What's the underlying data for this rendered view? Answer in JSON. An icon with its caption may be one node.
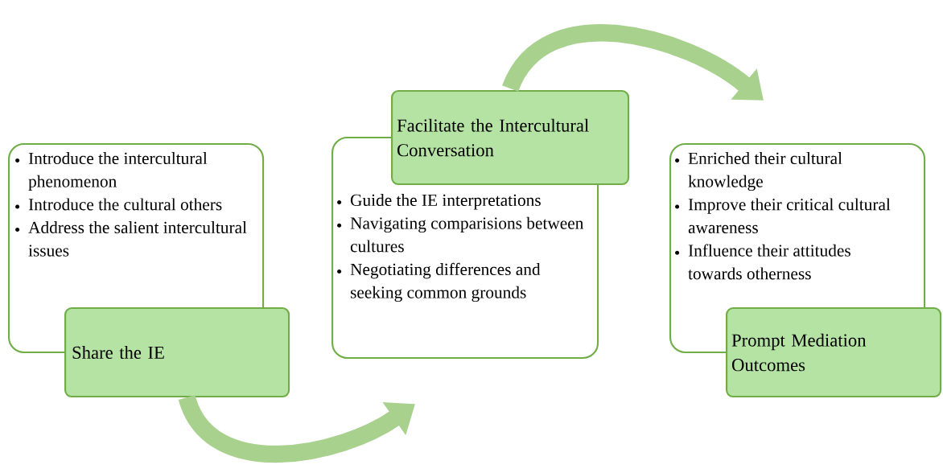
{
  "diagram": {
    "nodes": [
      {
        "text": [
          "Introduce the intercultural phenomenon",
          "Introduce the cultural others",
          "Address the salient intercultural issues"
        ]
      },
      {
        "text": [
          "Share the IE"
        ]
      },
      {
        "text": [
          "Guide the IE interpretations",
          "Navigating comparisions between cultures",
          "Negotiating differences and seeking common grounds"
        ]
      },
      {
        "text": [
          "Facilitate the Intercultural Conversation"
        ]
      },
      {
        "text": [
          "Enriched their cultural knowledge",
          "Improve their critical cultural awareness",
          "Influence their attitudes towards otherness"
        ]
      },
      {
        "text": [
          "Prompt Mediation Outcomes"
        ]
      }
    ],
    "edges": [
      {
        "from": 1,
        "to": 2,
        "arrow": "to"
      },
      {
        "from": 3,
        "to": 4,
        "arrow": "to"
      }
    ]
  }
}
